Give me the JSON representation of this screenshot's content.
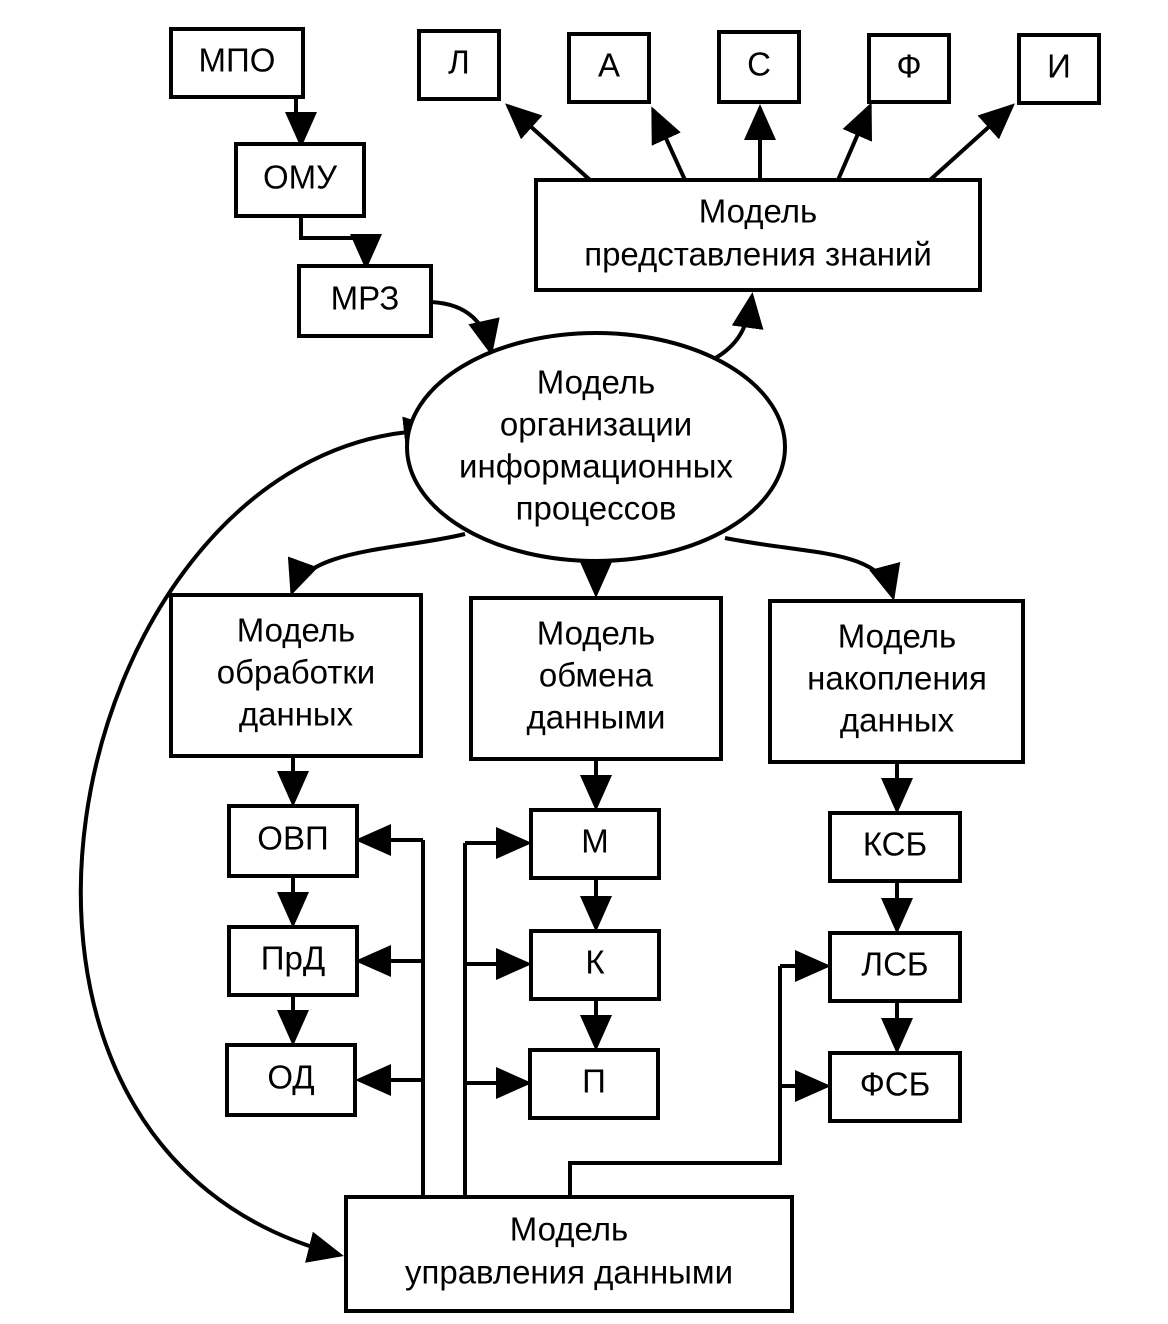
{
  "nodes": {
    "mpo": {
      "label": "МПО"
    },
    "omu": {
      "label": "ОМУ"
    },
    "mrz": {
      "label": "МРЗ"
    },
    "l": {
      "label": "Л"
    },
    "a": {
      "label": "А"
    },
    "s": {
      "label": "С"
    },
    "f": {
      "label": "Ф"
    },
    "i": {
      "label": "И"
    },
    "knowledge_model": {
      "lines": [
        "Модель",
        "представления знаний"
      ]
    },
    "info_process_model": {
      "lines": [
        "Модель",
        "организации",
        "информационных",
        "процессов"
      ]
    },
    "processing_model": {
      "lines": [
        "Модель",
        "обработки",
        "данных"
      ]
    },
    "exchange_model": {
      "lines": [
        "Модель",
        "обмена",
        "данными"
      ]
    },
    "accumulation_model": {
      "lines": [
        "Модель",
        "накопления",
        "данных"
      ]
    },
    "ovp": {
      "label": "ОВП"
    },
    "prd": {
      "label": "ПрД"
    },
    "od": {
      "label": "ОД"
    },
    "m": {
      "label": "М"
    },
    "k": {
      "label": "К"
    },
    "p": {
      "label": "П"
    },
    "ksb": {
      "label": "КСБ"
    },
    "lsb": {
      "label": "ЛСБ"
    },
    "fsb": {
      "label": "ФСБ"
    },
    "management_model": {
      "lines": [
        "Модель",
        "управления данными"
      ]
    }
  },
  "colors": {
    "stroke": "#000000",
    "fill": "#ffffff"
  }
}
